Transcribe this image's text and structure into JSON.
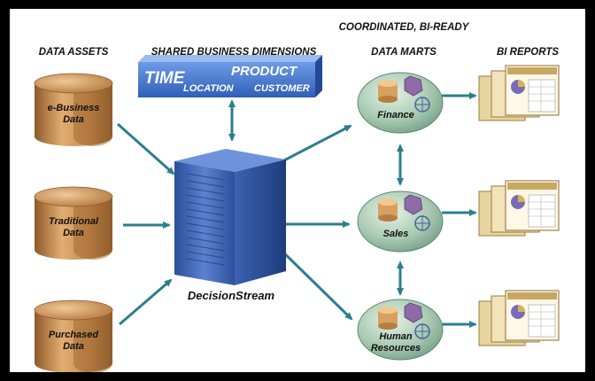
{
  "headers": {
    "data_assets": "DATA ASSETS",
    "shared_dimensions": "SHARED BUSINESS DIMENSIONS",
    "data_marts_line1": "COORDINATED, BI-READY",
    "data_marts_line2": "DATA MARTS",
    "bi_reports": "BI REPORTS"
  },
  "dimensions": {
    "time": "TIME",
    "location": "LOCATION",
    "product": "PRODUCT",
    "customer": "CUSTOMER"
  },
  "data_assets": [
    {
      "line1": "e-Business",
      "line2": "Data"
    },
    {
      "line1": "Traditional",
      "line2": "Data"
    },
    {
      "line1": "Purchased",
      "line2": "Data"
    }
  ],
  "hub": {
    "label": "DecisionStream"
  },
  "data_marts": [
    {
      "line1": "Finance",
      "line2": ""
    },
    {
      "line1": "Sales",
      "line2": ""
    },
    {
      "line1": "Human",
      "line2": "Resources"
    }
  ],
  "colors": {
    "cylinder": "#c48a4e",
    "cylinder_dark": "#8f5a2a",
    "arrow": "#2b7f8c",
    "server": "#3a5fae",
    "dimension_box": "#4a7bd3",
    "mart_ellipse": "#a6c8b0"
  }
}
